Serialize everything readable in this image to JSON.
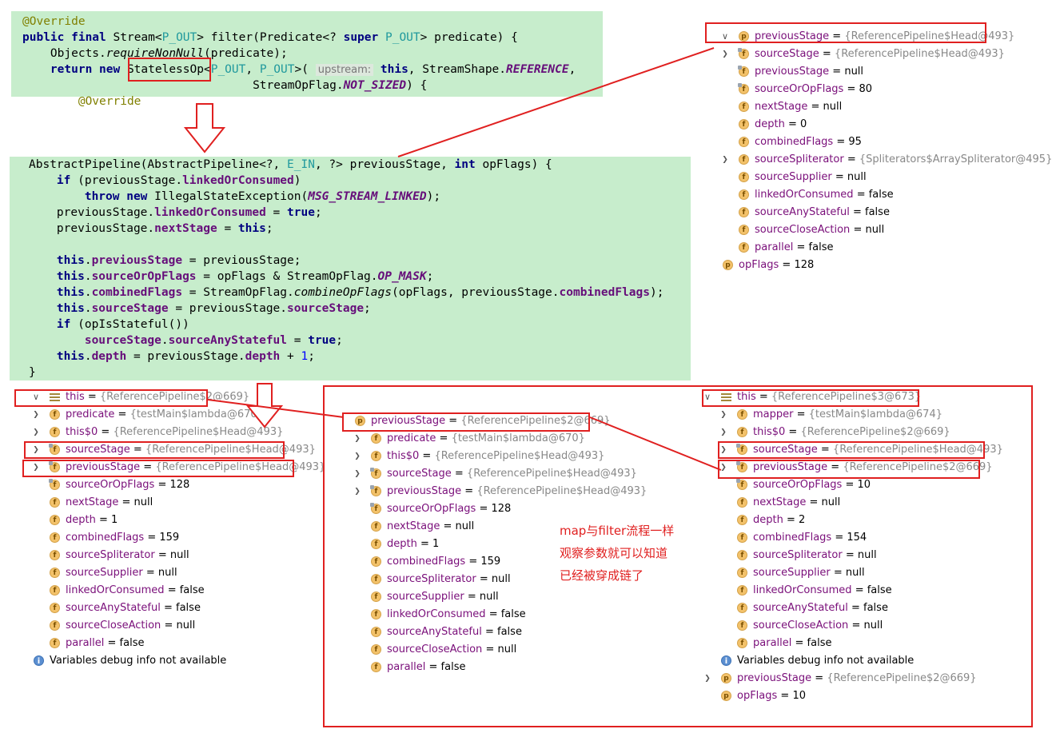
{
  "code1": {
    "lines": [
      {
        "t": [
          {
            "c": "ann",
            "s": "@Override"
          }
        ]
      },
      {
        "t": [
          {
            "c": "kw",
            "s": "public final "
          },
          {
            "s": "Stream<"
          },
          {
            "c": "tp",
            "s": "P_OUT"
          },
          {
            "s": "> filter(Predicate<? "
          },
          {
            "c": "kw",
            "s": "super "
          },
          {
            "c": "tp",
            "s": "P_OUT"
          },
          {
            "s": "> predicate) {"
          }
        ]
      },
      {
        "t": [
          {
            "s": "    Objects."
          },
          {
            "c": "it",
            "s": "requireNonNull"
          },
          {
            "s": "(predicate);"
          }
        ]
      },
      {
        "t": [
          {
            "s": "    "
          },
          {
            "c": "kw",
            "s": "return new "
          },
          {
            "s": "StatelessOp<"
          },
          {
            "c": "tp",
            "s": "P_OUT"
          },
          {
            "s": ", "
          },
          {
            "c": "tp",
            "s": "P_OUT"
          },
          {
            "s": ">( "
          },
          {
            "c": "hint",
            "s": "upstream:"
          },
          {
            "s": " "
          },
          {
            "c": "kw",
            "s": "this"
          },
          {
            "s": ", StreamShape."
          },
          {
            "c": "cst",
            "s": "REFERENCE"
          },
          {
            "s": ","
          }
        ]
      },
      {
        "t": [
          {
            "s": "                                 StreamOpFlag."
          },
          {
            "c": "cst",
            "s": "NOT_SIZED"
          },
          {
            "s": ") {"
          }
        ]
      },
      {
        "t": [
          {
            "s": "        "
          },
          {
            "c": "ann",
            "s": "@Override"
          }
        ]
      }
    ]
  },
  "code2": {
    "lines": [
      {
        "t": [
          {
            "s": "AbstractPipeline(AbstractPipeline<?, "
          },
          {
            "c": "tp",
            "s": "E_IN"
          },
          {
            "s": ", ?> previousStage, "
          },
          {
            "c": "kw",
            "s": "int "
          },
          {
            "s": "opFlags) {"
          }
        ]
      },
      {
        "t": [
          {
            "s": "    "
          },
          {
            "c": "kw",
            "s": "if "
          },
          {
            "s": "(previousStage."
          },
          {
            "c": "fld",
            "s": "linkedOrConsumed"
          },
          {
            "s": ")"
          }
        ]
      },
      {
        "t": [
          {
            "s": "        "
          },
          {
            "c": "kw",
            "s": "throw new "
          },
          {
            "s": "IllegalStateException("
          },
          {
            "c": "cst",
            "s": "MSG_STREAM_LINKED"
          },
          {
            "s": ");"
          }
        ]
      },
      {
        "t": [
          {
            "s": "    previousStage."
          },
          {
            "c": "fld",
            "s": "linkedOrConsumed"
          },
          {
            "s": " = "
          },
          {
            "c": "kw",
            "s": "true"
          },
          {
            "s": ";"
          }
        ]
      },
      {
        "t": [
          {
            "s": "    previousStage."
          },
          {
            "c": "fld",
            "s": "nextStage"
          },
          {
            "s": " = "
          },
          {
            "c": "kw",
            "s": "this"
          },
          {
            "s": ";"
          }
        ]
      },
      {
        "t": []
      },
      {
        "t": [
          {
            "s": "    "
          },
          {
            "c": "kw",
            "s": "this"
          },
          {
            "s": "."
          },
          {
            "c": "fld",
            "s": "previousStage"
          },
          {
            "s": " = previousStage;"
          }
        ]
      },
      {
        "t": [
          {
            "s": "    "
          },
          {
            "c": "kw",
            "s": "this"
          },
          {
            "s": "."
          },
          {
            "c": "fld",
            "s": "sourceOrOpFlags"
          },
          {
            "s": " = opFlags & StreamOpFlag."
          },
          {
            "c": "cst",
            "s": "OP_MASK"
          },
          {
            "s": ";"
          }
        ]
      },
      {
        "t": [
          {
            "s": "    "
          },
          {
            "c": "kw",
            "s": "this"
          },
          {
            "s": "."
          },
          {
            "c": "fld",
            "s": "combinedFlags"
          },
          {
            "s": " = StreamOpFlag."
          },
          {
            "c": "it",
            "s": "combineOpFlags"
          },
          {
            "s": "(opFlags, previousStage."
          },
          {
            "c": "fld",
            "s": "combinedFlags"
          },
          {
            "s": ");"
          }
        ]
      },
      {
        "t": [
          {
            "s": "    "
          },
          {
            "c": "kw",
            "s": "this"
          },
          {
            "s": "."
          },
          {
            "c": "fld",
            "s": "sourceStage"
          },
          {
            "s": " = previousStage."
          },
          {
            "c": "fld",
            "s": "sourceStage"
          },
          {
            "s": ";"
          }
        ]
      },
      {
        "t": [
          {
            "s": "    "
          },
          {
            "c": "kw",
            "s": "if "
          },
          {
            "s": "(opIsStateful())"
          }
        ]
      },
      {
        "t": [
          {
            "s": "        "
          },
          {
            "c": "fld",
            "s": "sourceStage"
          },
          {
            "s": "."
          },
          {
            "c": "fld",
            "s": "sourceAnyStateful"
          },
          {
            "s": " = "
          },
          {
            "c": "kw",
            "s": "true"
          },
          {
            "s": ";"
          }
        ]
      },
      {
        "t": [
          {
            "s": "    "
          },
          {
            "c": "kw",
            "s": "this"
          },
          {
            "s": "."
          },
          {
            "c": "fld",
            "s": "depth"
          },
          {
            "s": " = previousStage."
          },
          {
            "c": "fld",
            "s": "depth"
          },
          {
            "s": " + "
          },
          {
            "c": "num",
            "s": "1"
          },
          {
            "s": ";"
          }
        ]
      },
      {
        "t": [
          {
            "s": "}"
          }
        ]
      }
    ]
  },
  "tree_top": {
    "rows": [
      {
        "chev": "v",
        "icon": "p",
        "name": "previousStage",
        "eq": " = ",
        "val": "{ReferencePipeline$Head@493}",
        "vc": "val"
      },
      {
        "chev": ">",
        "icon": "fp",
        "name": "sourceStage",
        "eq": " = ",
        "val": "{ReferencePipeline$Head@493}",
        "vc": "val"
      },
      {
        "icon": "fp",
        "name": "previousStage",
        "eq": " = ",
        "val": "null",
        "vc": "eq"
      },
      {
        "icon": "fp",
        "name": "sourceOrOpFlags",
        "eq": " = ",
        "val": "80",
        "vc": "eq"
      },
      {
        "icon": "f",
        "name": "nextStage",
        "eq": " = ",
        "val": "null",
        "vc": "eq"
      },
      {
        "icon": "f",
        "name": "depth",
        "eq": " = ",
        "val": "0",
        "vc": "eq"
      },
      {
        "icon": "f",
        "name": "combinedFlags",
        "eq": " = ",
        "val": "95",
        "vc": "eq"
      },
      {
        "chev": ">",
        "icon": "f",
        "name": "sourceSpliterator",
        "eq": " = ",
        "val": "{Spliterators$ArraySpliterator@495}",
        "vc": "val"
      },
      {
        "icon": "f",
        "name": "sourceSupplier",
        "eq": " = ",
        "val": "null",
        "vc": "eq"
      },
      {
        "icon": "f",
        "name": "linkedOrConsumed",
        "eq": " = ",
        "val": "false",
        "vc": "eq"
      },
      {
        "icon": "f",
        "name": "sourceAnyStateful",
        "eq": " = ",
        "val": "false",
        "vc": "eq"
      },
      {
        "icon": "f",
        "name": "sourceCloseAction",
        "eq": " = ",
        "val": "null",
        "vc": "eq"
      },
      {
        "icon": "f",
        "name": "parallel",
        "eq": " = ",
        "val": "false",
        "vc": "eq"
      },
      {
        "icon": "p",
        "name": "opFlags",
        "eq": " = ",
        "val": "128",
        "vc": "eq",
        "outdent": true
      }
    ]
  },
  "tree_left": {
    "rows": [
      {
        "chev": "v",
        "icon": "lines",
        "name": "this",
        "eq": " = ",
        "val": "{ReferencePipeline$2@669}",
        "vc": "val"
      },
      {
        "chev": ">",
        "icon": "f",
        "name": "predicate",
        "eq": " = ",
        "val": "{testMain$lambda@670}",
        "vc": "val"
      },
      {
        "chev": ">",
        "icon": "f",
        "name": "this$0",
        "eq": " = ",
        "val": "{ReferencePipeline$Head@493}",
        "vc": "val"
      },
      {
        "chev": ">",
        "icon": "fp",
        "name": "sourceStage",
        "eq": " = ",
        "val": "{ReferencePipeline$Head@493}",
        "vc": "val"
      },
      {
        "chev": ">",
        "icon": "fp",
        "name": "previousStage",
        "eq": " = ",
        "val": "{ReferencePipeline$Head@493}",
        "vc": "val"
      },
      {
        "icon": "fp",
        "name": "sourceOrOpFlags",
        "eq": " = ",
        "val": "128",
        "vc": "eq"
      },
      {
        "icon": "f",
        "name": "nextStage",
        "eq": " = ",
        "val": "null",
        "vc": "eq"
      },
      {
        "icon": "f",
        "name": "depth",
        "eq": " = ",
        "val": "1",
        "vc": "eq"
      },
      {
        "icon": "f",
        "name": "combinedFlags",
        "eq": " = ",
        "val": "159",
        "vc": "eq"
      },
      {
        "icon": "f",
        "name": "sourceSpliterator",
        "eq": " = ",
        "val": "null",
        "vc": "eq"
      },
      {
        "icon": "f",
        "name": "sourceSupplier",
        "eq": " = ",
        "val": "null",
        "vc": "eq"
      },
      {
        "icon": "f",
        "name": "linkedOrConsumed",
        "eq": " = ",
        "val": "false",
        "vc": "eq"
      },
      {
        "icon": "f",
        "name": "sourceAnyStateful",
        "eq": " = ",
        "val": "false",
        "vc": "eq"
      },
      {
        "icon": "f",
        "name": "sourceCloseAction",
        "eq": " = ",
        "val": "null",
        "vc": "eq"
      },
      {
        "icon": "f",
        "name": "parallel",
        "eq": " = ",
        "val": "false",
        "vc": "eq"
      },
      {
        "icon": "info",
        "name": "Variables debug info not available",
        "eq": "",
        "val": "",
        "vc": "eq",
        "plain": true,
        "outdent": true
      }
    ]
  },
  "tree_mid": {
    "rows": [
      {
        "icon": "p",
        "name": "previousStage",
        "eq": " = ",
        "val": "{ReferencePipeline$2@669}",
        "vc": "val",
        "outdent": true
      },
      {
        "chev": ">",
        "icon": "f",
        "name": "predicate",
        "eq": " = ",
        "val": "{testMain$lambda@670}",
        "vc": "val"
      },
      {
        "chev": ">",
        "icon": "f",
        "name": "this$0",
        "eq": " = ",
        "val": "{ReferencePipeline$Head@493}",
        "vc": "val"
      },
      {
        "chev": ">",
        "icon": "fp",
        "name": "sourceStage",
        "eq": " = ",
        "val": "{ReferencePipeline$Head@493}",
        "vc": "val"
      },
      {
        "chev": ">",
        "icon": "fp",
        "name": "previousStage",
        "eq": " = ",
        "val": "{ReferencePipeline$Head@493}",
        "vc": "val"
      },
      {
        "icon": "fp",
        "name": "sourceOrOpFlags",
        "eq": " = ",
        "val": "128",
        "vc": "eq"
      },
      {
        "icon": "f",
        "name": "nextStage",
        "eq": " = ",
        "val": "null",
        "vc": "eq"
      },
      {
        "icon": "f",
        "name": "depth",
        "eq": " = ",
        "val": "1",
        "vc": "eq"
      },
      {
        "icon": "f",
        "name": "combinedFlags",
        "eq": " = ",
        "val": "159",
        "vc": "eq"
      },
      {
        "icon": "f",
        "name": "sourceSpliterator",
        "eq": " = ",
        "val": "null",
        "vc": "eq"
      },
      {
        "icon": "f",
        "name": "sourceSupplier",
        "eq": " = ",
        "val": "null",
        "vc": "eq"
      },
      {
        "icon": "f",
        "name": "linkedOrConsumed",
        "eq": " = ",
        "val": "false",
        "vc": "eq"
      },
      {
        "icon": "f",
        "name": "sourceAnyStateful",
        "eq": " = ",
        "val": "false",
        "vc": "eq"
      },
      {
        "icon": "f",
        "name": "sourceCloseAction",
        "eq": " = ",
        "val": "null",
        "vc": "eq"
      },
      {
        "icon": "f",
        "name": "parallel",
        "eq": " = ",
        "val": "false",
        "vc": "eq"
      }
    ]
  },
  "tree_right": {
    "rows": [
      {
        "chev": "v",
        "icon": "lines",
        "name": "this",
        "eq": " = ",
        "val": "{ReferencePipeline$3@673}",
        "vc": "val",
        "outdent": true
      },
      {
        "chev": ">",
        "icon": "f",
        "name": "mapper",
        "eq": " = ",
        "val": "{testMain$lambda@674}",
        "vc": "val"
      },
      {
        "chev": ">",
        "icon": "f",
        "name": "this$0",
        "eq": " = ",
        "val": "{ReferencePipeline$2@669}",
        "vc": "val"
      },
      {
        "chev": ">",
        "icon": "fp",
        "name": "sourceStage",
        "eq": " = ",
        "val": "{ReferencePipeline$Head@493}",
        "vc": "val"
      },
      {
        "chev": ">",
        "icon": "fp",
        "name": "previousStage",
        "eq": " = ",
        "val": "{ReferencePipeline$2@669}",
        "vc": "val"
      },
      {
        "icon": "fp",
        "name": "sourceOrOpFlags",
        "eq": " = ",
        "val": "10",
        "vc": "eq"
      },
      {
        "icon": "f",
        "name": "nextStage",
        "eq": " = ",
        "val": "null",
        "vc": "eq"
      },
      {
        "icon": "f",
        "name": "depth",
        "eq": " = ",
        "val": "2",
        "vc": "eq"
      },
      {
        "icon": "f",
        "name": "combinedFlags",
        "eq": " = ",
        "val": "154",
        "vc": "eq"
      },
      {
        "icon": "f",
        "name": "sourceSpliterator",
        "eq": " = ",
        "val": "null",
        "vc": "eq"
      },
      {
        "icon": "f",
        "name": "sourceSupplier",
        "eq": " = ",
        "val": "null",
        "vc": "eq"
      },
      {
        "icon": "f",
        "name": "linkedOrConsumed",
        "eq": " = ",
        "val": "false",
        "vc": "eq"
      },
      {
        "icon": "f",
        "name": "sourceAnyStateful",
        "eq": " = ",
        "val": "false",
        "vc": "eq"
      },
      {
        "icon": "f",
        "name": "sourceCloseAction",
        "eq": " = ",
        "val": "null",
        "vc": "eq"
      },
      {
        "icon": "f",
        "name": "parallel",
        "eq": " = ",
        "val": "false",
        "vc": "eq"
      },
      {
        "icon": "info",
        "name": "Variables debug info not available",
        "eq": "",
        "val": "",
        "vc": "eq",
        "plain": true,
        "outdent": true
      },
      {
        "chev": ">",
        "icon": "p",
        "name": "previousStage",
        "eq": " = ",
        "val": "{ReferencePipeline$2@669}",
        "vc": "val",
        "outdent": true
      },
      {
        "icon": "p",
        "name": "opFlags",
        "eq": " = ",
        "val": "10",
        "vc": "eq",
        "outdent": true
      }
    ]
  },
  "note": {
    "line1": "map与filter流程一样",
    "line2": "观察参数就可以知道",
    "line3": "已经被穿成链了"
  },
  "colors": {
    "highlight": "#e02020",
    "code_bg": "#c7edcc"
  }
}
